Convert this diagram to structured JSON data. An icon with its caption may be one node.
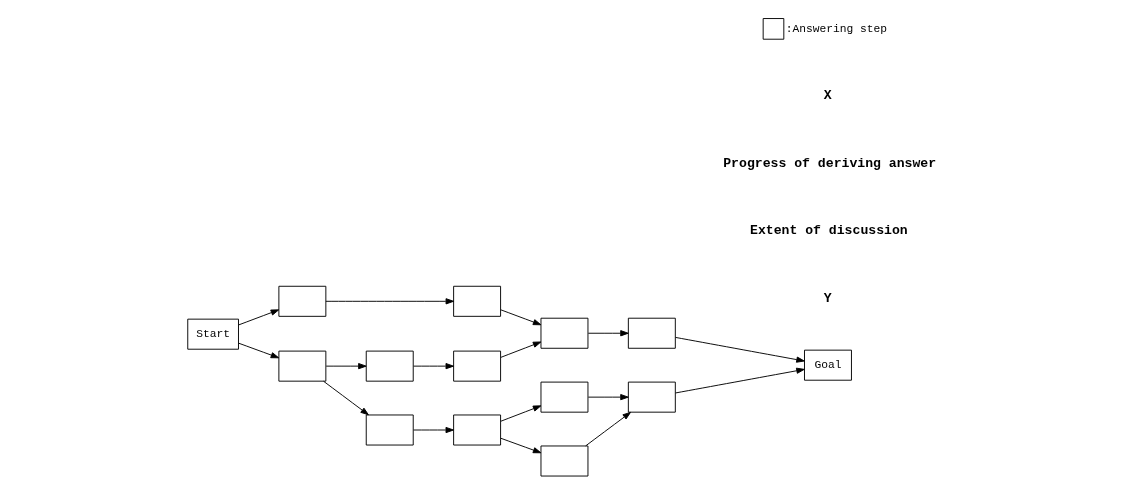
{
  "diagram": {
    "nodes": [
      {
        "text": [],
        "shape": "box"
      },
      {
        "text": [],
        "shape": "box"
      },
      {
        "text": [
          "Start"
        ]
      },
      {
        "text": [],
        "shape": "box"
      },
      {
        "text": [],
        "shape": "box"
      },
      {
        "text": [],
        "shape": "box"
      },
      {
        "text": [],
        "shape": "box"
      },
      {
        "text": [],
        "shape": "box"
      },
      {
        "text": [
          "Goal"
        ]
      },
      {
        "text": [],
        "shape": "box"
      },
      {
        "text": [],
        "shape": "box"
      },
      {
        "text": [],
        "shape": "box"
      },
      {
        "text": [],
        "shape": "box"
      },
      {
        "text": [],
        "shape": "box"
      }
    ],
    "edges": [
      {
        "from": 2,
        "to": 0,
        "arrow": "to"
      },
      {
        "from": 0,
        "to": 1,
        "arrow": "to"
      },
      {
        "from": 1,
        "to": 6,
        "arrow": "to"
      },
      {
        "from": 2,
        "to": 3,
        "arrow": "to"
      },
      {
        "from": 3,
        "to": 4,
        "arrow": "to"
      },
      {
        "from": 4,
        "to": 5,
        "arrow": "to"
      },
      {
        "from": 5,
        "to": 6,
        "arrow": "to"
      },
      {
        "from": 6,
        "to": 7,
        "arrow": "to"
      },
      {
        "from": 7,
        "to": 8,
        "arrow": "to"
      },
      {
        "from": 3,
        "to": 9,
        "arrow": "to"
      },
      {
        "from": 9,
        "to": 10,
        "arrow": "to"
      },
      {
        "from": 10,
        "to": 11,
        "arrow": "to"
      },
      {
        "from": 10,
        "to": 13,
        "arrow": "to"
      },
      {
        "from": 13,
        "to": 12,
        "arrow": "to"
      },
      {
        "from": 11,
        "to": 12,
        "arrow": "to"
      },
      {
        "from": 12,
        "to": 8,
        "arrow": "to"
      }
    ],
    "labels": [
      "Y",
      "Extent of discussion",
      "Progress of deriving answer",
      "X"
    ],
    "legend": [
      {
        "text": ":Answering step"
      }
    ]
  }
}
